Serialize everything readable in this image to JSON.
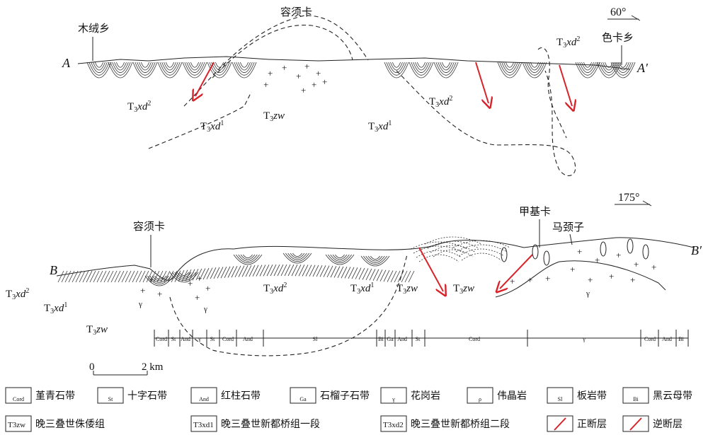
{
  "section_a": {
    "start_letter": "A",
    "end_letter": "A′",
    "azimuth": "60°",
    "place_1": "木绒乡",
    "place_2": "容须卡",
    "place_3": "色卡乡",
    "units": [
      {
        "base": "T",
        "sub": "3",
        "it": "xd",
        "sup": "2"
      },
      {
        "base": "T",
        "sub": "3",
        "it": "xd",
        "sup": "1"
      },
      {
        "base": "T",
        "sub": "3",
        "it": "zw",
        "sup": ""
      },
      {
        "base": "T",
        "sub": "3",
        "it": "xd",
        "sup": "1"
      },
      {
        "base": "T",
        "sub": "3",
        "it": "xd",
        "sup": "2"
      },
      {
        "base": "T",
        "sub": "3",
        "it": "xd",
        "sup": "2"
      }
    ]
  },
  "section_b": {
    "start_letter": "B",
    "end_letter": "B′",
    "azimuth": "175°",
    "place_1": "容须卡",
    "place_2": "甲基卡",
    "place_3": "马颈子",
    "units": [
      {
        "base": "T",
        "sub": "3",
        "it": "xd",
        "sup": "2"
      },
      {
        "base": "T",
        "sub": "3",
        "it": "xd",
        "sup": "1"
      },
      {
        "base": "T",
        "sub": "3",
        "it": "zw",
        "sup": ""
      },
      {
        "base": "T",
        "sub": "3",
        "it": "xd",
        "sup": "2"
      },
      {
        "base": "T",
        "sub": "3",
        "it": "xd",
        "sup": "1"
      },
      {
        "base": "T",
        "sub": "3",
        "it": "zw",
        "sup": ""
      },
      {
        "base": "T",
        "sub": "3",
        "it": "zw",
        "sup": ""
      }
    ],
    "granite_symbol": "γ",
    "zones": [
      "Cord",
      "St",
      "And",
      "γ",
      "St",
      "Cord",
      "And",
      "Sl",
      "Bi",
      "Ga",
      "And",
      "St",
      "Cord",
      "γ",
      "Cord",
      "And",
      "Bi"
    ]
  },
  "scale_bar": {
    "zero": "0",
    "length_label": "2 km"
  },
  "legend": [
    {
      "code": "Cord",
      "label": "堇青石带"
    },
    {
      "code": "St",
      "label": "十字石带"
    },
    {
      "code": "And",
      "label": "红柱石带"
    },
    {
      "code": "Ga",
      "label": "石榴子石带"
    },
    {
      "code": "γ",
      "label": "花岗岩"
    },
    {
      "code": "ρ",
      "label": "伟晶岩"
    },
    {
      "code": "Sl",
      "label": "板岩带"
    },
    {
      "code": "Bi",
      "label": "黑云母带"
    },
    {
      "code": "T3zw",
      "label": "晚三叠世侏倭组"
    },
    {
      "code": "T3xd1",
      "label": "晚三叠世新都桥组一段"
    },
    {
      "code": "T3xd2",
      "label": "晚三叠世新都桥组二段"
    },
    {
      "code": "",
      "label": "正断层"
    },
    {
      "code": "",
      "label": "逆断层"
    }
  ]
}
